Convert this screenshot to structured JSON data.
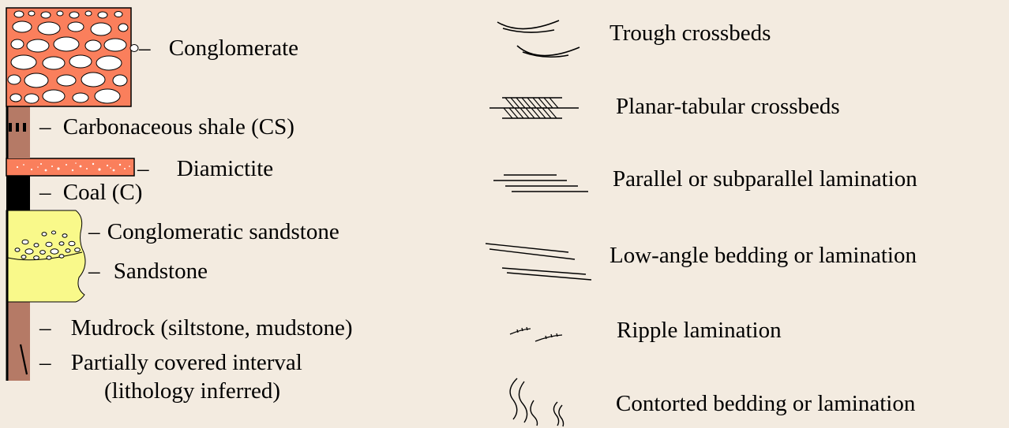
{
  "colors": {
    "background": "#f3ebe0",
    "conglomerate": "#fa7f5c",
    "mudrock": "#b57a66",
    "sandstone": "#f9f98a",
    "coal": "#000000"
  },
  "lithology_legend": {
    "items": [
      {
        "key": "conglomerate",
        "label": "Conglomerate",
        "dash": "–"
      },
      {
        "key": "carbonaceous-shale",
        "label": "Carbonaceous shale (CS)",
        "dash": "–"
      },
      {
        "key": "diamictite",
        "label": "Diamictite",
        "dash": "–"
      },
      {
        "key": "coal",
        "label": "Coal (C)",
        "dash": "–"
      },
      {
        "key": "conglomeratic-sandstone",
        "label": "Conglomeratic sandstone",
        "dash": "–"
      },
      {
        "key": "sandstone",
        "label": "Sandstone",
        "dash": "–"
      },
      {
        "key": "mudrock",
        "label": "Mudrock (siltstone, mudstone)",
        "dash": "–"
      },
      {
        "key": "partially-covered",
        "label": "Partially covered interval",
        "dash": "–"
      },
      {
        "key": "partially-covered-note",
        "label": "(lithology inferred)"
      }
    ]
  },
  "structure_legend": {
    "items": [
      {
        "key": "trough-crossbeds",
        "label": "Trough crossbeds"
      },
      {
        "key": "planar-tabular-crossbeds",
        "label": "Planar-tabular crossbeds"
      },
      {
        "key": "parallel-lamination",
        "label": "Parallel or subparallel lamination"
      },
      {
        "key": "low-angle-bedding",
        "label": "Low-angle bedding or lamination"
      },
      {
        "key": "ripple-lamination",
        "label": "Ripple lamination"
      },
      {
        "key": "contorted-bedding",
        "label": "Contorted bedding or lamination"
      }
    ]
  }
}
